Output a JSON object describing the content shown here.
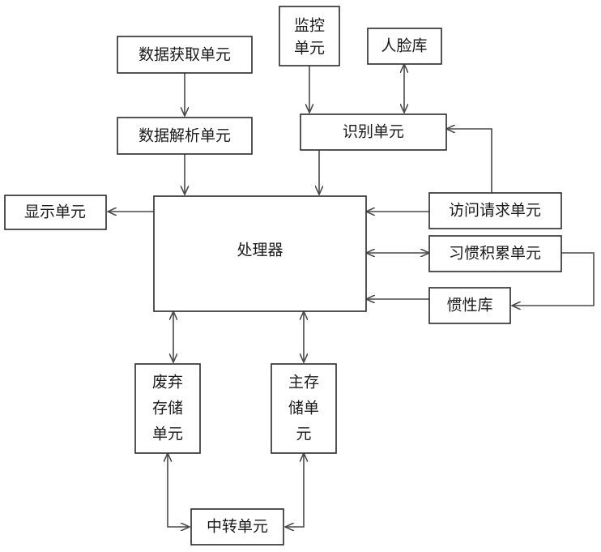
{
  "nodes": {
    "data_acquisition": "数据获取单元",
    "data_parsing": "数据解析单元",
    "monitoring": [
      "监控",
      "单元"
    ],
    "face_library": "人脸库",
    "recognition": "识别单元",
    "display": "显示单元",
    "processor": "处理器",
    "access_request": "访问请求单元",
    "habit_accumulation": "习惯积累单元",
    "habit_library": "惯性库",
    "discard_storage": [
      "废弃",
      "存储",
      "单元"
    ],
    "main_storage": [
      "主存",
      "储单",
      "元"
    ],
    "relay": "中转单元"
  },
  "connections": [
    {
      "from": "data_acquisition",
      "to": "data_parsing",
      "direction": "one-way"
    },
    {
      "from": "data_parsing",
      "to": "processor",
      "direction": "one-way"
    },
    {
      "from": "monitoring",
      "to": "recognition",
      "direction": "one-way"
    },
    {
      "from": "face_library",
      "to": "recognition",
      "direction": "two-way"
    },
    {
      "from": "recognition",
      "to": "processor",
      "direction": "one-way"
    },
    {
      "from": "access_request",
      "to": "recognition",
      "direction": "one-way"
    },
    {
      "from": "processor",
      "to": "display",
      "direction": "one-way"
    },
    {
      "from": "access_request",
      "to": "processor",
      "direction": "one-way"
    },
    {
      "from": "processor",
      "to": "habit_accumulation",
      "direction": "two-way"
    },
    {
      "from": "habit_accumulation",
      "to": "habit_library",
      "direction": "one-way"
    },
    {
      "from": "habit_library",
      "to": "processor",
      "direction": "one-way"
    },
    {
      "from": "processor",
      "to": "discard_storage",
      "direction": "two-way"
    },
    {
      "from": "processor",
      "to": "main_storage",
      "direction": "two-way"
    },
    {
      "from": "discard_storage",
      "to": "relay",
      "direction": "two-way"
    },
    {
      "from": "main_storage",
      "to": "relay",
      "direction": "two-way"
    }
  ]
}
